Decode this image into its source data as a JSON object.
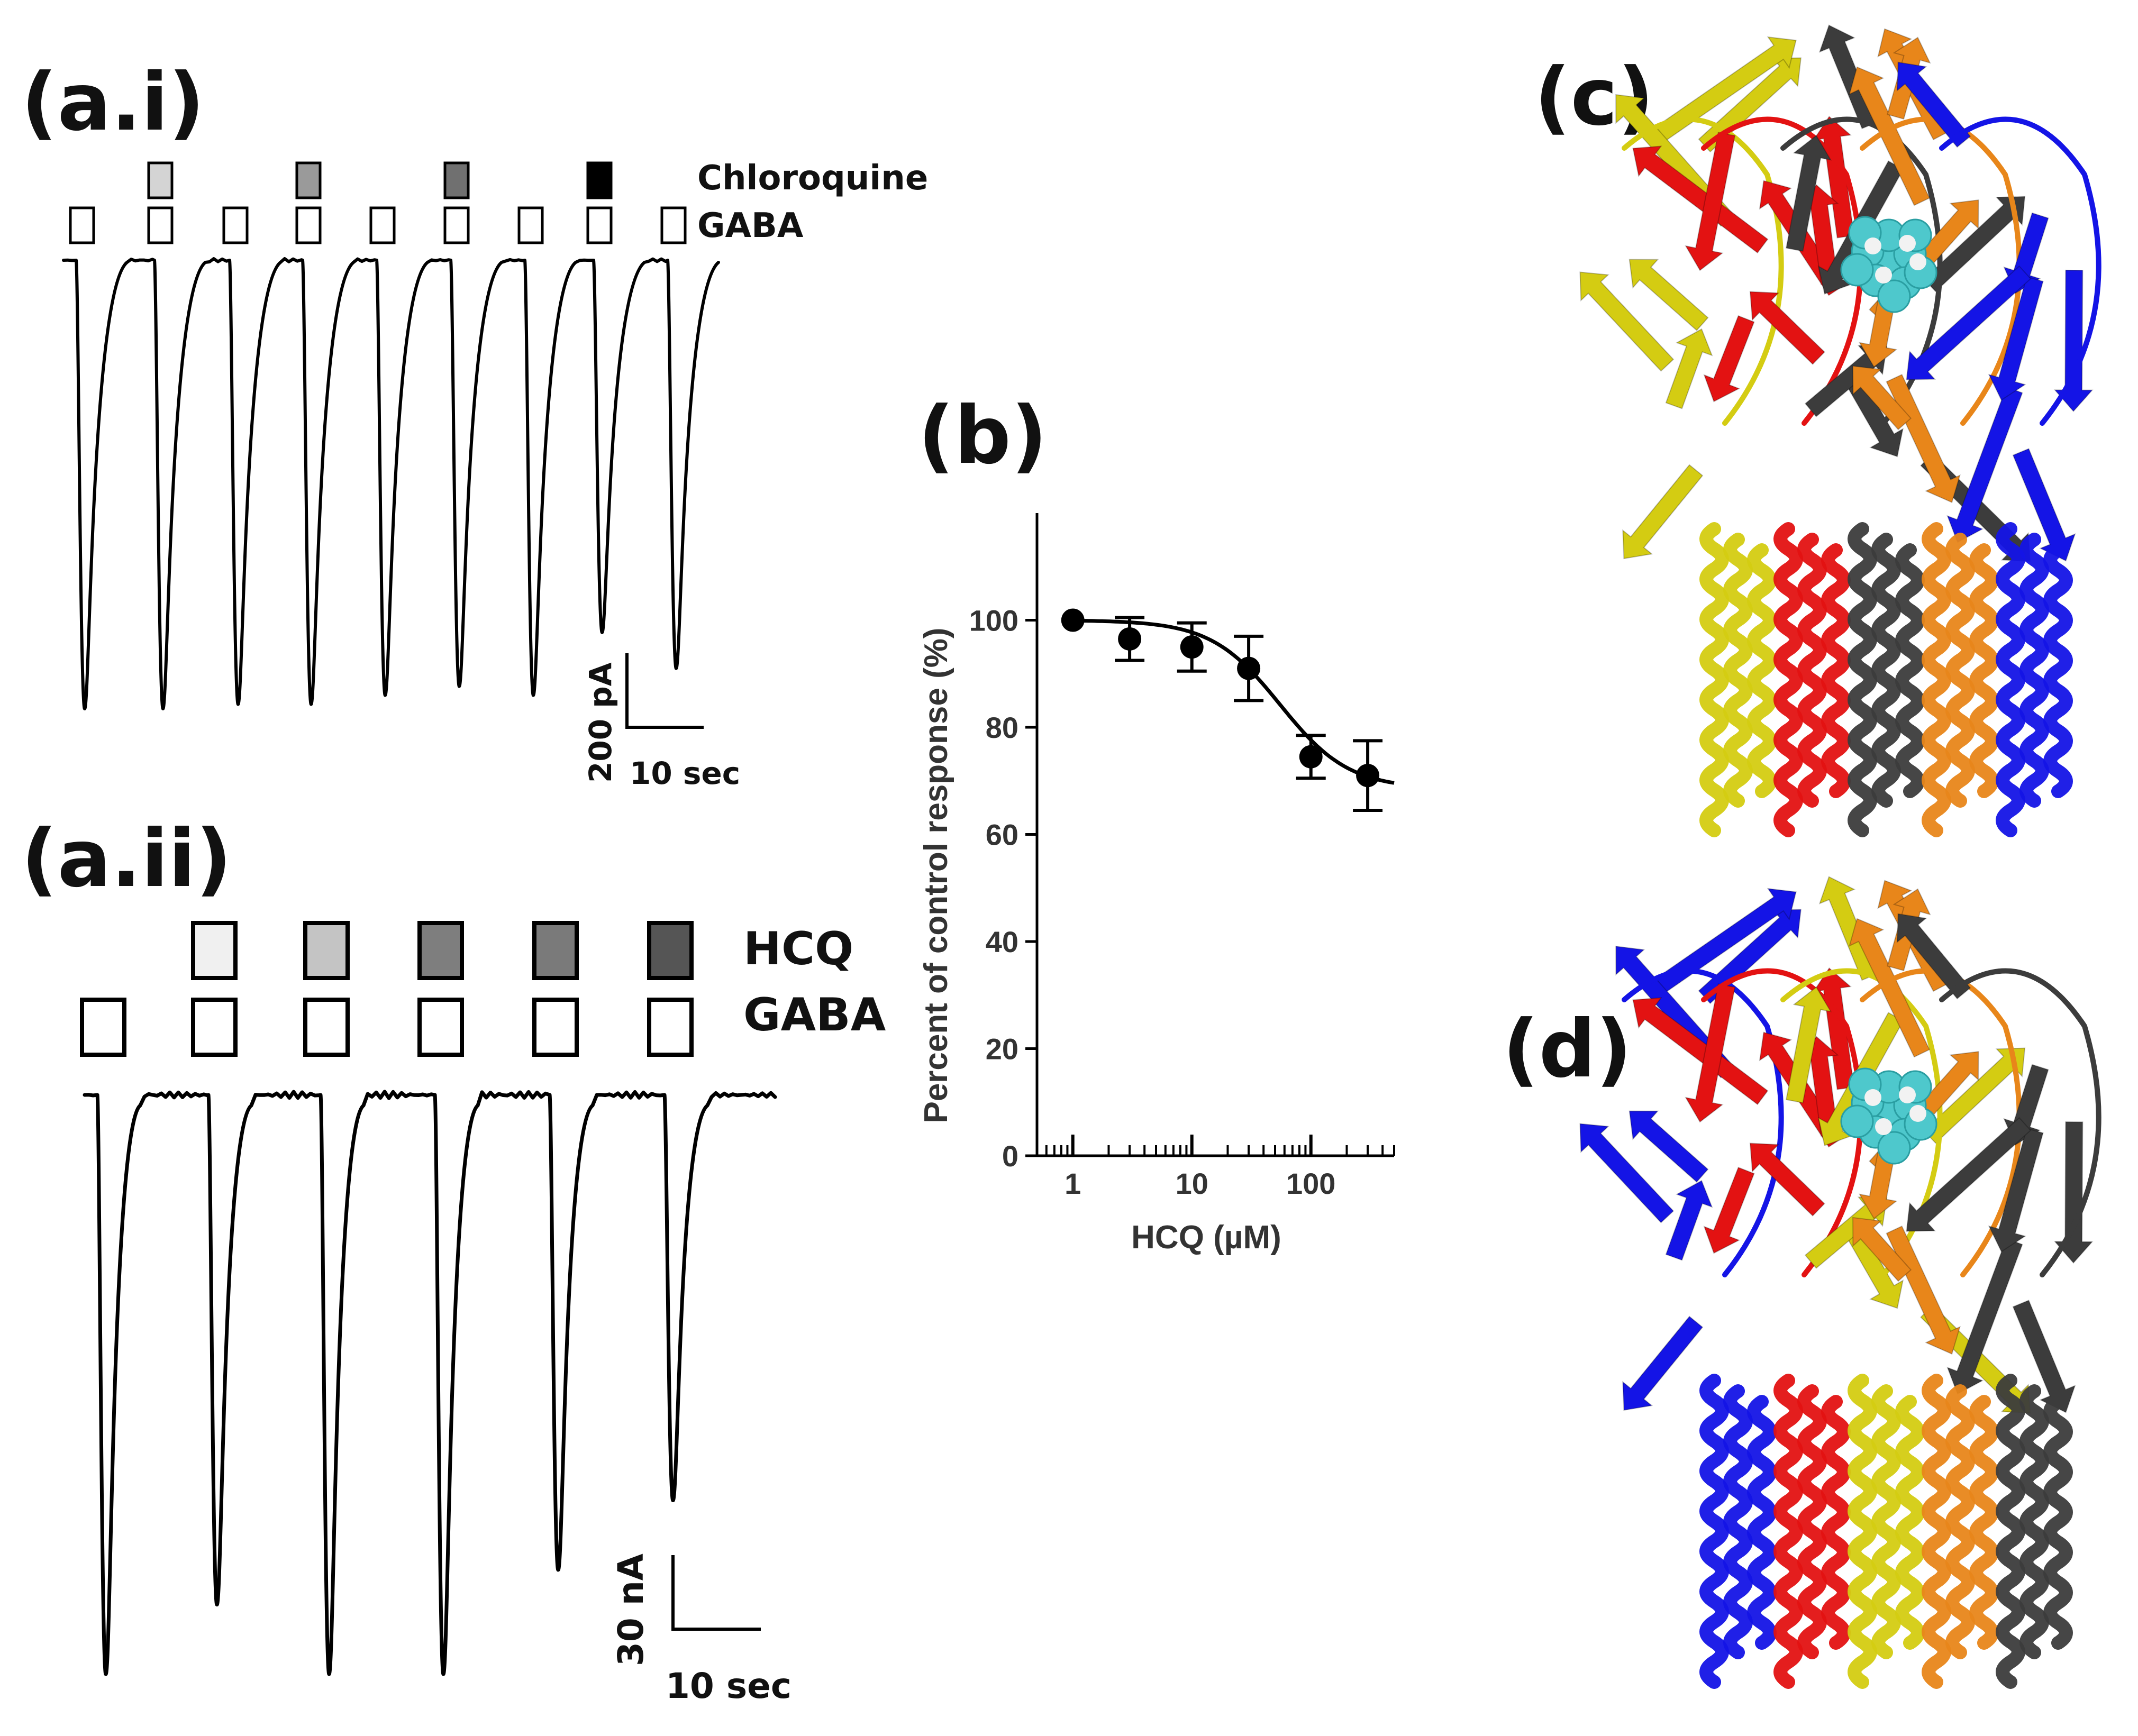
{
  "panels": {
    "ai_label": "(a.i)",
    "aii_label": "(a.ii)",
    "b_label": "(b)",
    "c_label": "(c)",
    "d_label": "(d)"
  },
  "trace_ai": {
    "drug_label": "Chloroquine",
    "gaba_label": "GABA",
    "scale_y": "200 pA",
    "scale_x": "10 sec",
    "drug_shades": [
      "#d4d4d4",
      "#9a9a9a",
      "#707070",
      "#000000"
    ],
    "peak_depths": [
      1.0,
      1.0,
      0.99,
      0.99,
      0.97,
      0.95,
      0.97,
      0.83,
      0.91
    ]
  },
  "trace_aii": {
    "drug_label": "HCQ",
    "gaba_label": "GABA",
    "scale_y": "30 nA",
    "scale_x": "10 sec",
    "drug_shades": [
      "#f0f0f0",
      "#c4c4c4",
      "#7e7e7e",
      "#7a7a7a",
      "#555555"
    ],
    "peak_depths": [
      1.0,
      0.88,
      1.0,
      1.0,
      0.82,
      0.7
    ]
  },
  "chart_data": {
    "type": "scatter",
    "title": "",
    "xlabel": "HCQ (µM)",
    "ylabel": "Percent of control response (%)",
    "xscale": "log",
    "xlim": [
      0.5,
      500
    ],
    "ylim": [
      0,
      120
    ],
    "x_tick_labels": [
      "1",
      "10",
      "100"
    ],
    "y_tick_labels": [
      "0",
      "20",
      "40",
      "60",
      "80",
      "100"
    ],
    "series": [
      {
        "x": [
          1,
          3,
          10,
          30,
          100,
          300
        ],
        "y": [
          100,
          96.5,
          95,
          91,
          74.5,
          71
        ],
        "error": [
          0,
          4,
          4.5,
          6,
          4,
          6.5
        ]
      }
    ],
    "fit": {
      "top": 100,
      "bottom": 68.5,
      "ic50": 55,
      "hill": 1.5
    }
  },
  "structure_colors": {
    "chain_a": "#e31212",
    "chain_b": "#1414e6",
    "chain_c": "#e8861a",
    "chain_d": "#d4cc12",
    "chain_e": "#3c3c3c",
    "ligand": "#4ec8cc"
  }
}
